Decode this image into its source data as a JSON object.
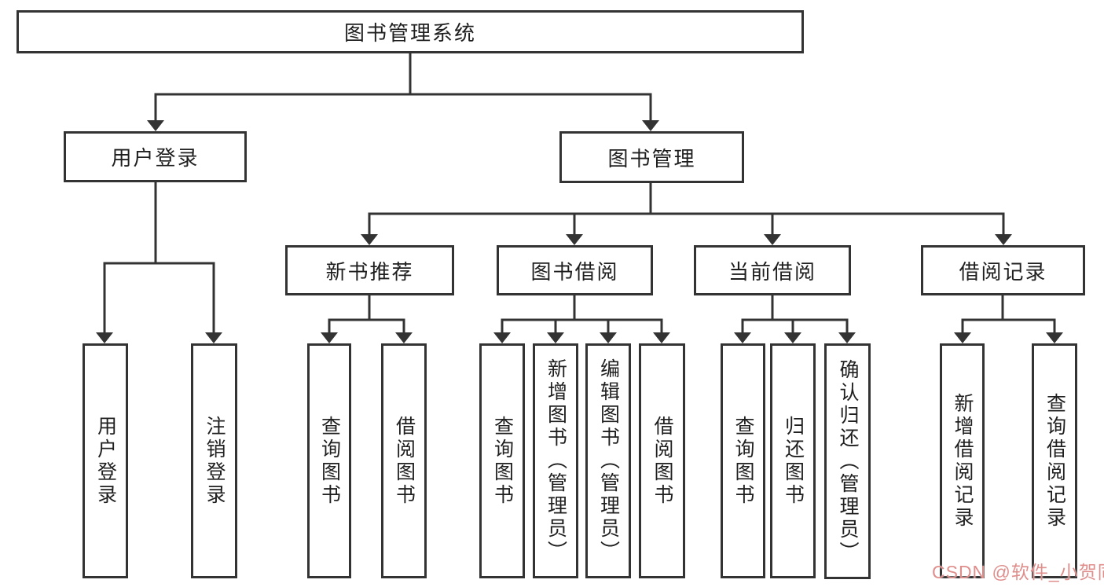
{
  "diagram": {
    "root": {
      "label": "图书管理系统"
    },
    "level2": [
      {
        "label": "用户登录"
      },
      {
        "label": "图书管理"
      }
    ],
    "level3": [
      {
        "label": "新书推荐"
      },
      {
        "label": "图书借阅"
      },
      {
        "label": "当前借阅"
      },
      {
        "label": "借阅记录"
      }
    ],
    "leaves": {
      "user_login": [
        "用户登录",
        "注销登录"
      ],
      "new_books": [
        "查询图书",
        "借阅图书"
      ],
      "book_borrow": [
        "查询图书",
        "新增图书（管理员）",
        "编辑图书（管理员）",
        "借阅图书"
      ],
      "current_borrow": [
        "查询图书",
        "归还图书",
        "确认归还（管理员）"
      ],
      "borrow_records": [
        "新增借阅记录",
        "查询借阅记录"
      ]
    }
  },
  "watermark": {
    "text": "CSDN @软件_小贺同学",
    "color": "#df8e8c"
  },
  "colors": {
    "line": "#333333",
    "text": "#1f1f1f",
    "background": "#ffffff"
  }
}
